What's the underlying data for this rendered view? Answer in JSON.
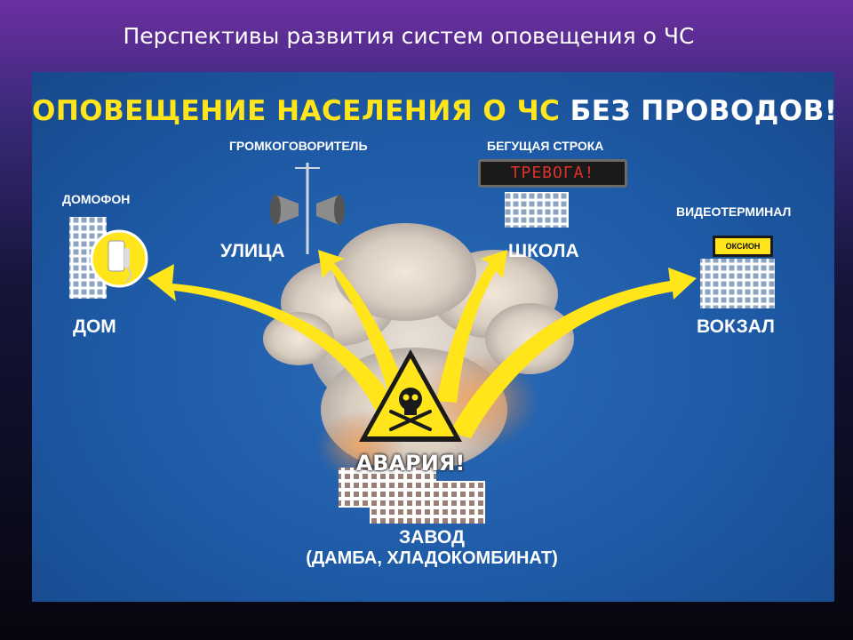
{
  "slide": {
    "title": "Перспективы развития систем оповещения о ЧС"
  },
  "diagram": {
    "headline_part1": "ОПОВЕЩЕНИЕ НАСЕЛЕНИЯ О ЧС",
    "headline_part2": "БЕЗ ПРОВОДОВ!",
    "nodes": {
      "home": {
        "device": "ДОМОФОН",
        "place": "ДОМ"
      },
      "street": {
        "device": "ГРОМКОГОВОРИТЕЛЬ",
        "place": "УЛИЦА"
      },
      "school": {
        "device": "БЕГУЩАЯ СТРОКА",
        "ticker_text": "ТРЕВОГА!",
        "place": "ШКОЛА"
      },
      "station": {
        "device": "ВИДЕОТЕРМИНАЛ",
        "screen_text": "ОКСИОН",
        "place": "ВОКЗАЛ"
      }
    },
    "source": {
      "alarm": "АВАРИЯ!",
      "label_line1": "ЗАВОД",
      "label_line2": "(ДАМБА, ХЛАДОКОМБИНАТ)"
    },
    "colors": {
      "panel_blue": "#1e5aa6",
      "accent_yellow": "#ffe51a",
      "text_white": "#ffffff",
      "ticker_red": "#e0302a"
    },
    "icons": [
      "intercom-icon",
      "loudspeaker-icon",
      "ticker-board-icon",
      "video-terminal-icon",
      "hazard-skull-icon",
      "factory-icon",
      "cloud-icon"
    ]
  }
}
